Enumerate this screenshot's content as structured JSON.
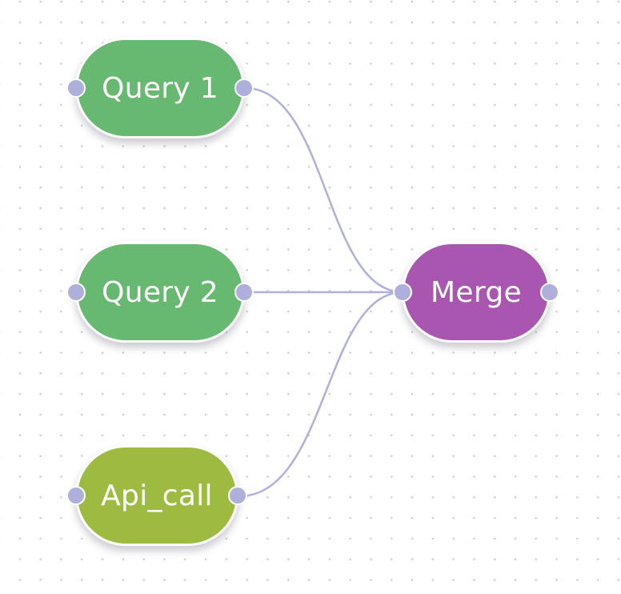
{
  "colors": {
    "query": "#67b870",
    "api": "#9dbb41",
    "merge": "#a956b1",
    "port": "#aeb0db",
    "edge": "#aeb0db"
  },
  "nodes": {
    "query1": {
      "label": "Query 1",
      "kind": "query"
    },
    "query2": {
      "label": "Query 2",
      "kind": "query"
    },
    "api_call": {
      "label": "Api_call",
      "kind": "api"
    },
    "merge": {
      "label": "Merge",
      "kind": "merge"
    }
  },
  "edges": [
    {
      "from": "query1",
      "to": "merge"
    },
    {
      "from": "query2",
      "to": "merge"
    },
    {
      "from": "api_call",
      "to": "merge"
    }
  ]
}
